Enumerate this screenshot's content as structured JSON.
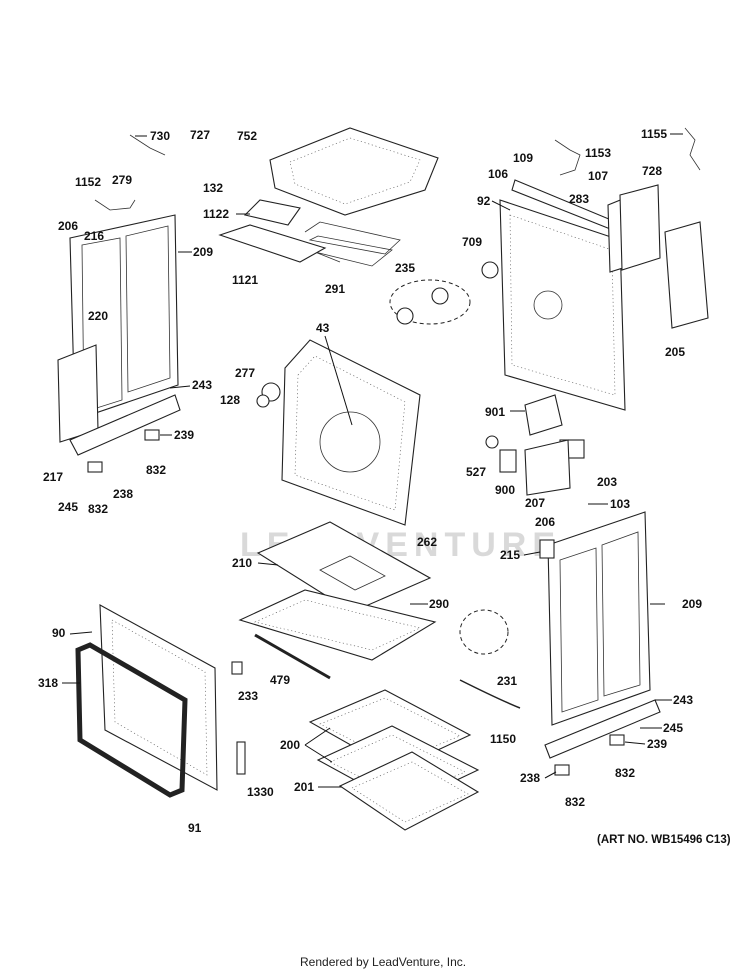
{
  "diagram": {
    "art_number": "(ART NO. WB15496 C13)",
    "footer": "Rendered by LeadVenture, Inc.",
    "watermark": "LEADVENTURE",
    "callouts": [
      "730",
      "727",
      "752",
      "132",
      "1152",
      "279",
      "206",
      "216",
      "209",
      "1122",
      "1121",
      "291",
      "220",
      "235",
      "43",
      "277",
      "128",
      "243",
      "239",
      "217",
      "832",
      "245",
      "238",
      "709",
      "92",
      "106",
      "109",
      "1153",
      "283",
      "107",
      "728",
      "1155",
      "205",
      "901",
      "527",
      "900",
      "203",
      "207",
      "103",
      "215",
      "262",
      "210",
      "290",
      "479",
      "233",
      "90",
      "318",
      "1330",
      "91",
      "200",
      "201",
      "231",
      "1150"
    ]
  }
}
